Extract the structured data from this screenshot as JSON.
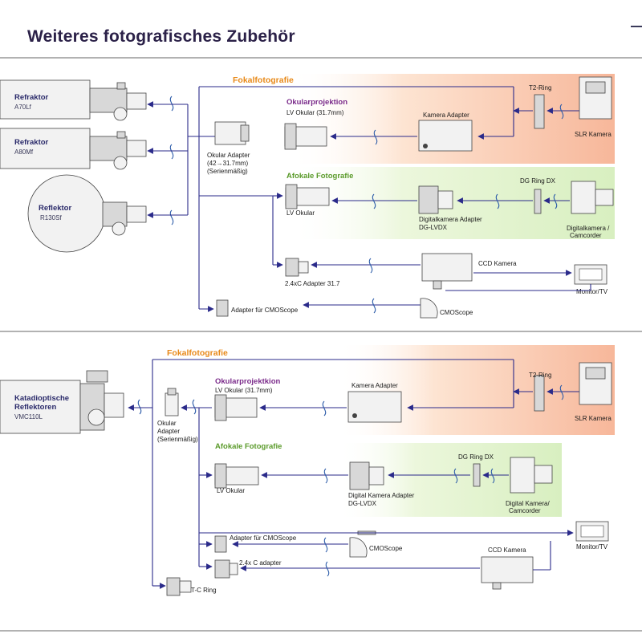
{
  "title": "Weiteres fotografisches Zubehör",
  "top": {
    "scopes": [
      {
        "name": "Refraktor",
        "model": "A70Lf"
      },
      {
        "name": "Refraktor",
        "model": "A80Mf"
      },
      {
        "name": "Reflektor",
        "model": "R130Sf"
      }
    ],
    "headings": {
      "fokal": "Fokalfotografie",
      "okular": "Okularprojektion",
      "afokal": "Afokale Fotografie"
    },
    "okular_adapter": [
      "Okular Adapter",
      "(42→31.7mm)",
      "(Serienmäßig)"
    ],
    "lv_okular_317": "LV Okular (31.7mm)",
    "kamera_adapter": "Kamera Adapter",
    "t2_ring": "T2-Ring",
    "slr_kamera": "SLR Kamera",
    "dg_ring": "DG Ring DX",
    "lv_okular": "LV Okular",
    "digitalkamera_adapter": [
      "Digitalkamera Adapter",
      "DG-LVDX"
    ],
    "digitalkamera": [
      "Digitalkamera /",
      "Camcorder"
    ],
    "ccd_kamera": "CCD Kamera",
    "monitor": "Monitor/TV",
    "adapter_24": "2.4xC Adapter 31.7",
    "adapter_cmo": "Adapter für CMOScope",
    "cmoscope": "CMOScope"
  },
  "bottom": {
    "scope_name": [
      "Katadioptische",
      "Reflektoren"
    ],
    "scope_model": "VMC110L",
    "headings": {
      "fokal": "Fokalfotografie",
      "okular": "Okularprojektkion",
      "afokal": "Afokale Fotografie"
    },
    "okular_adapter": [
      "Okular",
      "Adapter",
      "(Serienmäßig)"
    ],
    "lv_okular_317": "LV Okular (31.7mm)",
    "kamera_adapter": "Kamera Adapter",
    "t2_ring": "T2-Ring",
    "slr_kamera": "SLR Kamera",
    "dg_ring": "DG Ring DX",
    "lv_okular": "LV Okular",
    "digital_adapter": [
      "Digital Kamera Adapter",
      "DG-LVDX"
    ],
    "digital_kamera": [
      "Digital Kamera/",
      "Camcorder"
    ],
    "adapter_cmo": "Adapter für CMOScope",
    "cmoscope": "CMOScope",
    "monitor": "Monitor/TV",
    "ccd_kamera": "CCD Kamera",
    "adapter_2x": "2.4x C adapter",
    "tc_ring": "T-C Ring"
  }
}
